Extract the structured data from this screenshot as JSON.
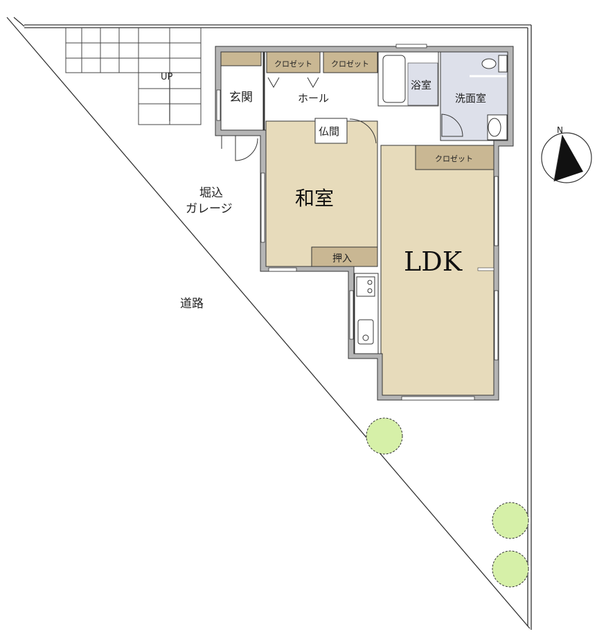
{
  "rooms": {
    "genkan": "玄関",
    "hall": "ホール",
    "closet1": "クロゼット",
    "closet2": "クロゼット",
    "closet3": "クロゼット",
    "bath": "浴室",
    "lavatory": "洗面室",
    "butsuma": "仏間",
    "washitsu": "和室",
    "oshiire": "押入",
    "ldk": "LDK"
  },
  "site": {
    "garage_line1": "堀込",
    "garage_line2": "ガレージ",
    "road": "道路",
    "stairs": "UP",
    "compass": "N"
  },
  "colors": {
    "tatami": "#e7dbbb",
    "closet": "#c9b793",
    "wet": "#dde0ea",
    "wall": "#b5b5b5",
    "tree": "#d6f0a8"
  }
}
